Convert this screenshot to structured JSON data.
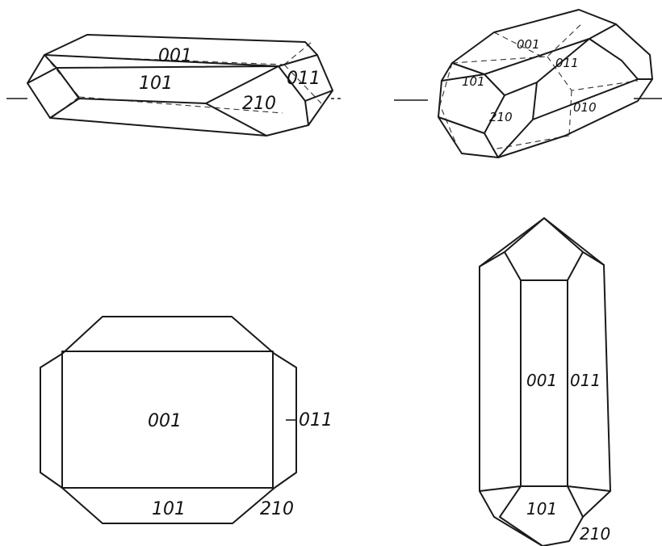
{
  "figure": {
    "crystal_a": {
      "face_001": "001",
      "face_101": "101",
      "face_011": "011",
      "face_210": "210"
    },
    "crystal_b": {
      "face_001": "001",
      "face_011": "011",
      "face_101": "101",
      "face_210": "210",
      "face_010": "010"
    },
    "crystal_c": {
      "face_001": "001",
      "face_011": "011",
      "face_101": "101",
      "face_210": "210"
    },
    "crystal_d": {
      "face_001": "001",
      "face_011": "011",
      "face_101": "101",
      "face_210": "210"
    }
  }
}
